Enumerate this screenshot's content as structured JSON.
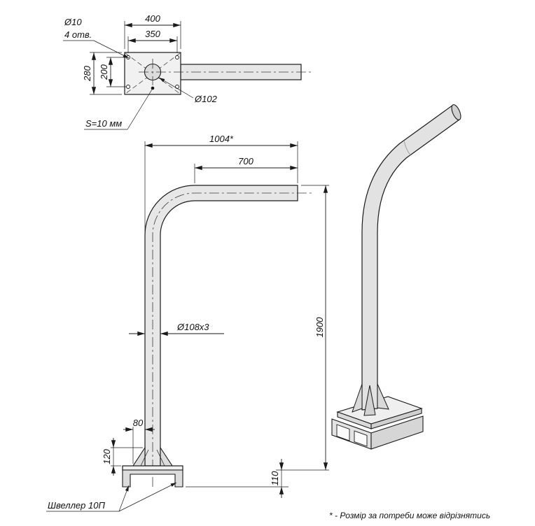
{
  "colors": {
    "line": "#1a1a1a",
    "metal_fill": "#e7e7e7",
    "background": "#ffffff"
  },
  "drawing": {
    "top_view": {
      "hole_dia": "Ø10",
      "hole_count": "4 отв.",
      "dim_plate_width": "400",
      "dim_hole_span_x": "350",
      "dim_plate_depth": "280",
      "dim_hole_span_y": "200",
      "pipe_dia": "Ø102",
      "thickness": "S=10 мм"
    },
    "front_view": {
      "dim_reach": "1004*",
      "dim_arm": "700",
      "dim_height": "1900",
      "pipe_spec": "Ø108x3",
      "dim_gusset_width": "80",
      "dim_gusset_height": "120",
      "dim_base_height": "110",
      "base_label": "Швеллер 10П"
    },
    "footnote": "* - Розмір за потреби може відрізнятись"
  }
}
